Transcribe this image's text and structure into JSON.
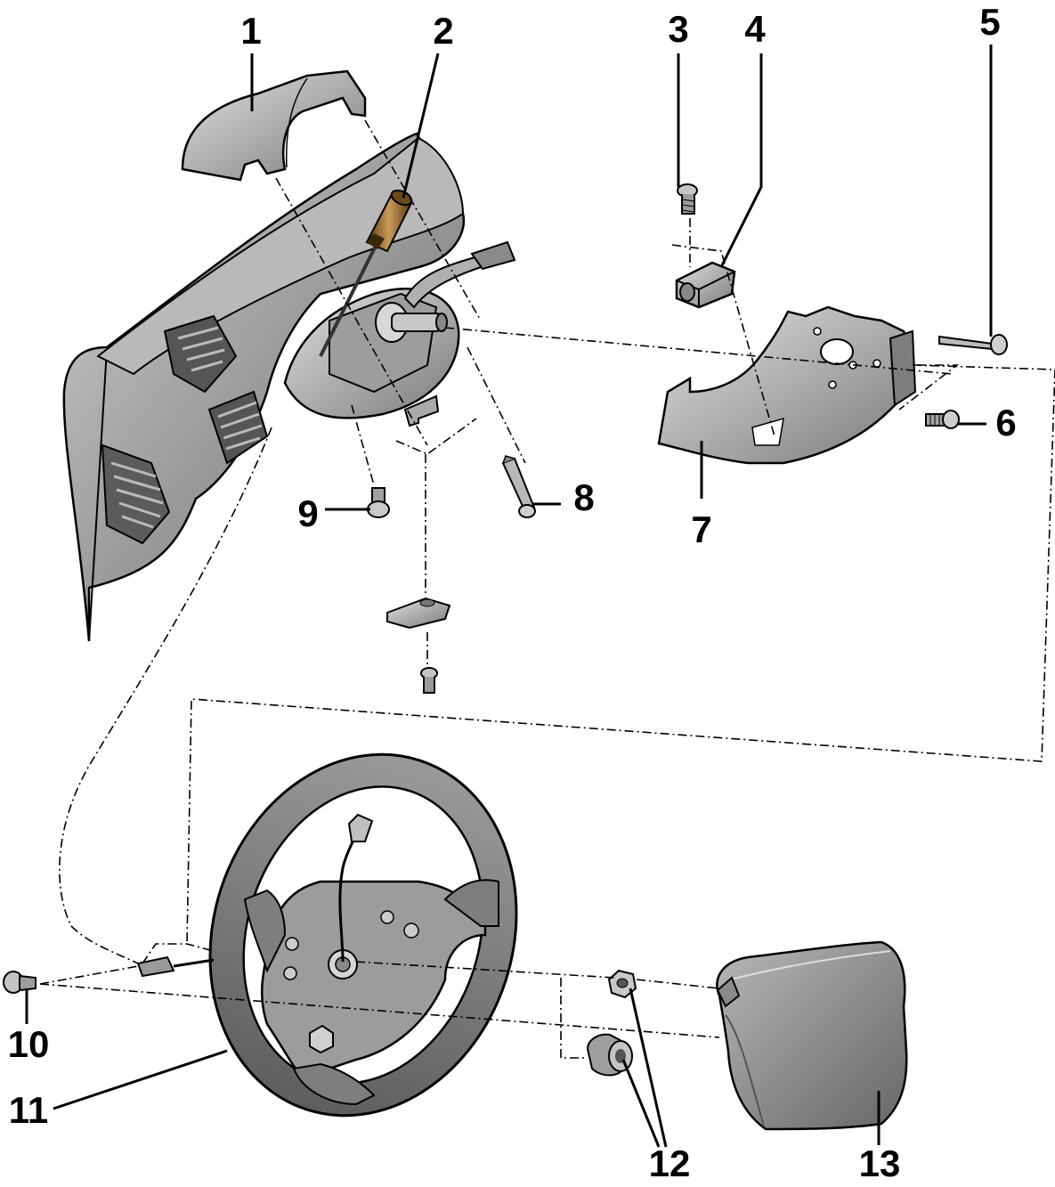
{
  "callouts": {
    "c1": "1",
    "c2": "2",
    "c3": "3",
    "c4": "4",
    "c5": "5",
    "c6": "6",
    "c7": "7",
    "c8": "8",
    "c9": "9",
    "c10": "10",
    "c11": "11",
    "c12": "12",
    "c13": "13"
  },
  "colors": {
    "part_fill": "#a8a8a8",
    "part_dark": "#6e6e6e",
    "part_light": "#d4d4d4",
    "outline": "#000000",
    "screwdriver": "#8a6a3a"
  },
  "icons": {
    "steering_wheel": "steering-wheel-icon",
    "airbag_module": "airbag-module-icon",
    "screwdriver": "screwdriver-icon"
  }
}
